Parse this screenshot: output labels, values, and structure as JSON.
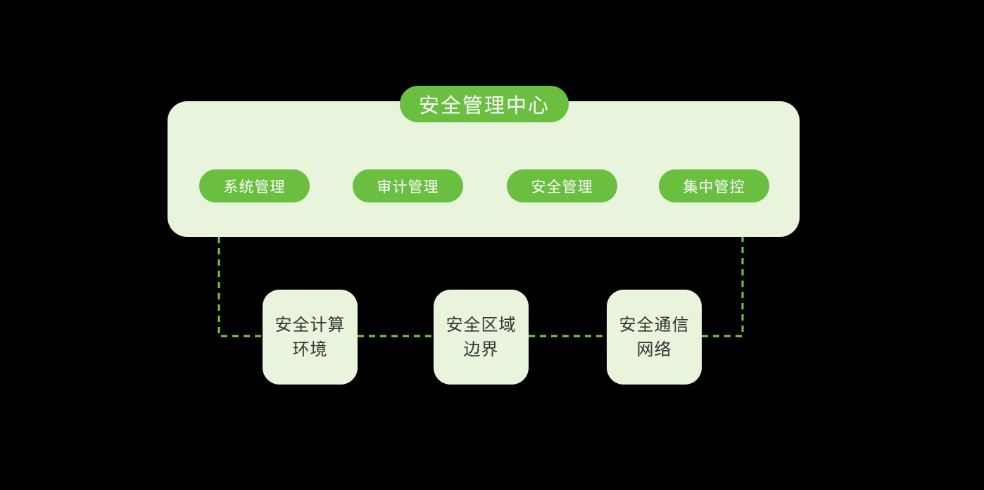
{
  "colors": {
    "background": "#000000",
    "accent-green": "#6abf40",
    "panel-green": "#e9f4dd",
    "dash-green": "#77c944",
    "pill-text": "#ffffff",
    "box-text": "#333333"
  },
  "diagram": {
    "title": "安全管理中心",
    "management_pills": [
      {
        "label": "系统管理"
      },
      {
        "label": "审计管理"
      },
      {
        "label": "安全管理"
      },
      {
        "label": "集中管控"
      }
    ],
    "layer_boxes": [
      {
        "label": "安全计算环境",
        "lines": [
          "安全计算",
          "环境"
        ]
      },
      {
        "label": "安全区域边界",
        "lines": [
          "安全区域",
          "边界"
        ]
      },
      {
        "label": "安全通信网络",
        "lines": [
          "安全通信",
          "网络"
        ]
      }
    ]
  }
}
